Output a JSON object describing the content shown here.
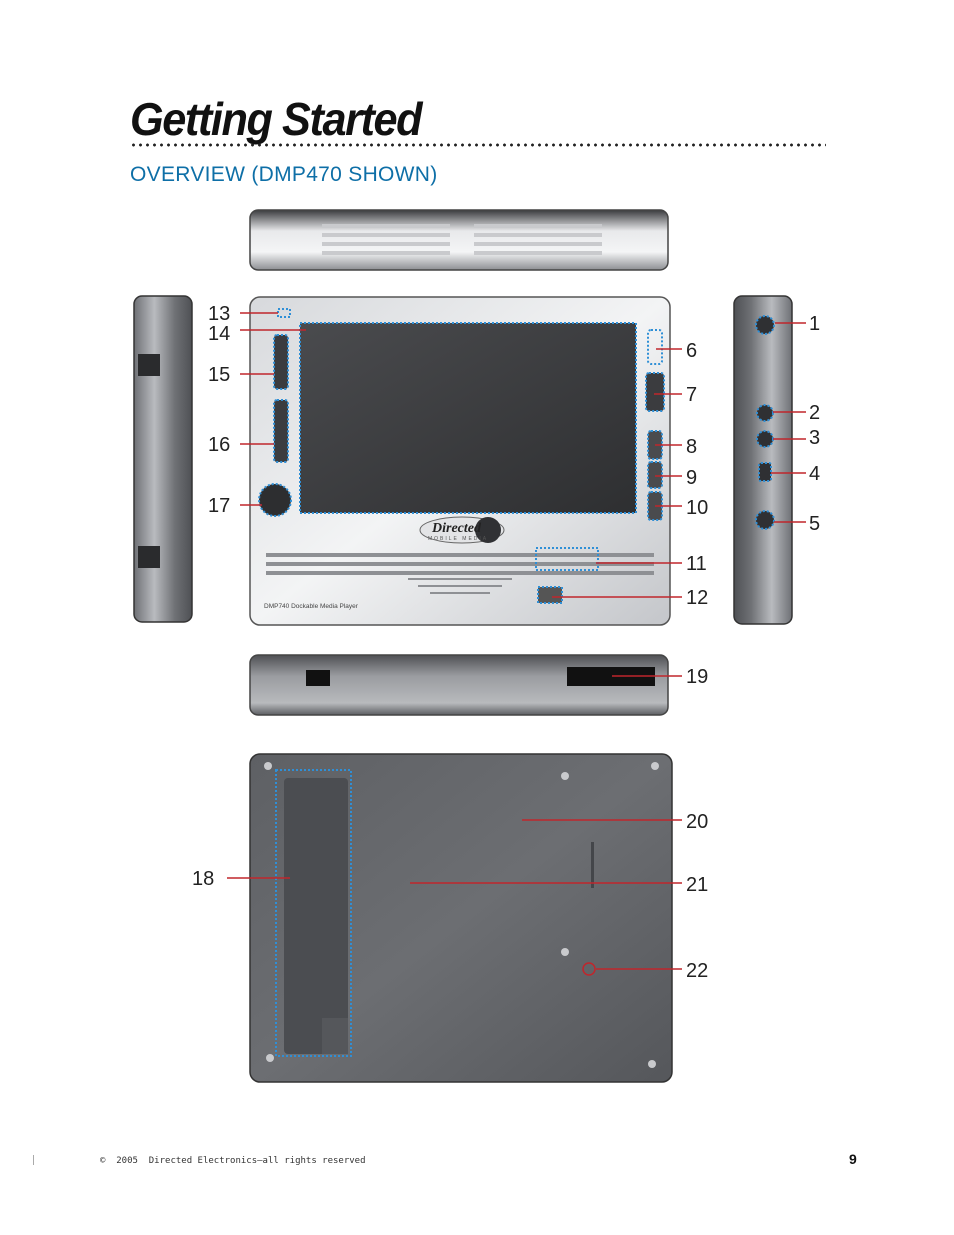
{
  "page": {
    "title": "Getting Started",
    "subtitle": "OVERVIEW (DMP470 SHOWN)",
    "footer": "©  2005  Directed Electronics—all rights reserved",
    "page_number": "9"
  },
  "device": {
    "brand_logo": "Directed",
    "logo_subtext": "MOBILE MEDIA",
    "model_label": "DMP740 Dockable Media Player"
  },
  "callouts": [
    "1",
    "2",
    "3",
    "4",
    "5",
    "6",
    "7",
    "8",
    "9",
    "10",
    "11",
    "12",
    "13",
    "14",
    "15",
    "16",
    "17",
    "18",
    "19",
    "20",
    "21",
    "22"
  ],
  "colors": {
    "callout_line": "#c0262c",
    "highlight": "#2f8fd6",
    "subtitle": "#0e6fa7",
    "device_body": "#8a8d92",
    "device_back": "#5a5c60"
  }
}
